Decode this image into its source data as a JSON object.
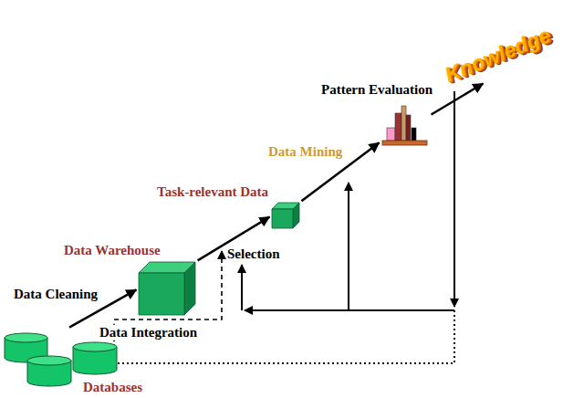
{
  "diagram": {
    "nodes": [
      {
        "text": [
          "Databases"
        ]
      },
      {
        "text": [
          "Data Warehouse"
        ]
      },
      {
        "text": [
          "Task-relevant Data"
        ]
      },
      {
        "text": [
          "Pattern Evaluation"
        ]
      },
      {
        "text": [
          "Knowledge"
        ]
      }
    ],
    "edges": [
      {
        "from": 0,
        "to": 1,
        "arrow": "to",
        "label": "Data Cleaning"
      },
      {
        "from": 1,
        "to": 2,
        "arrow": "to",
        "label": "Selection"
      },
      {
        "from": 2,
        "to": 3,
        "arrow": "to",
        "label": "Data Mining"
      },
      {
        "from": 3,
        "to": 4,
        "arrow": "to"
      }
    ],
    "labels": [
      "Data Integration"
    ]
  }
}
